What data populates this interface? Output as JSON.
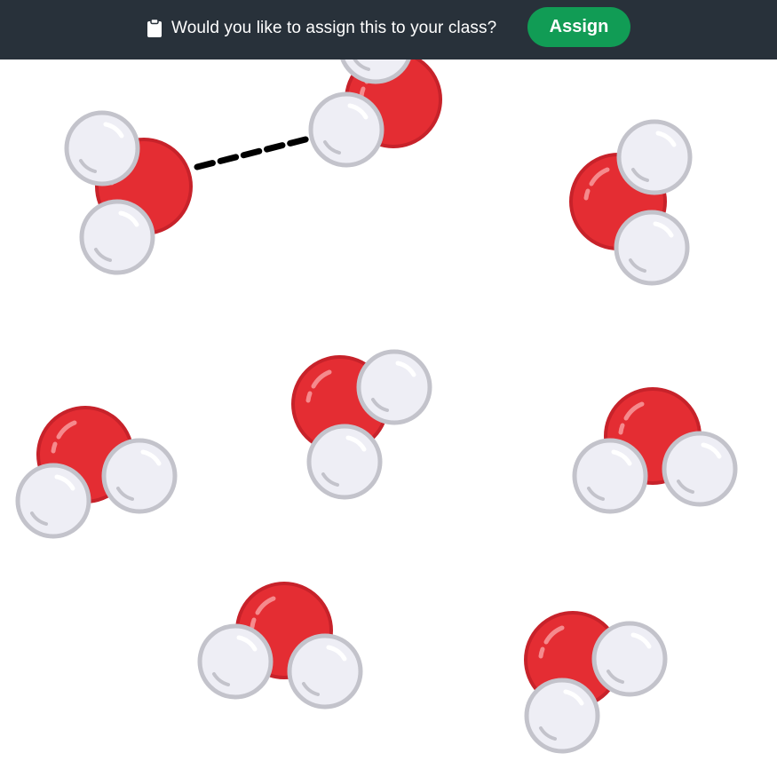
{
  "banner": {
    "icon": "clipboard-icon",
    "prompt": "Would you like to assign this to your class?",
    "assign_label": "Assign",
    "background_color": "#28313a",
    "button_color": "#119c55"
  },
  "scene": {
    "molecule": "water",
    "molecule_count": 8,
    "oxygen_color": "#e42d33",
    "hydrogen_color": "#eeeef5",
    "hydrogen_outline_color": "#c3c3cb",
    "bond": "hydrogen-bond-dashed-line"
  }
}
